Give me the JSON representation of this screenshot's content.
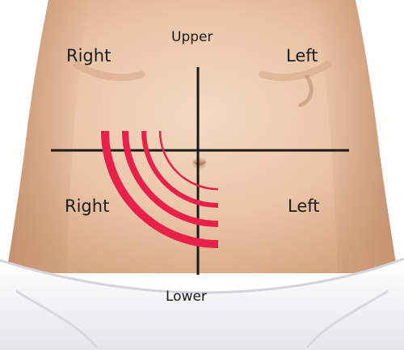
{
  "labels": {
    "upper": "Upper",
    "lower": "Lower",
    "upper_right": "Right",
    "upper_left": "Left",
    "lower_right": "Right",
    "lower_left": "Left"
  },
  "colors": {
    "skin": "#e8c2a4",
    "skin_light": "#f1d5bd",
    "skin_shadow": "#c99574",
    "background": "#ffffff",
    "garment": "#f4f4f6",
    "axis_line": "#1a1a1a",
    "pain_arc": "#e8204a"
  },
  "figure": {
    "subject": "abdomen-quadrants",
    "highlighted_quadrant": "lower-right"
  }
}
